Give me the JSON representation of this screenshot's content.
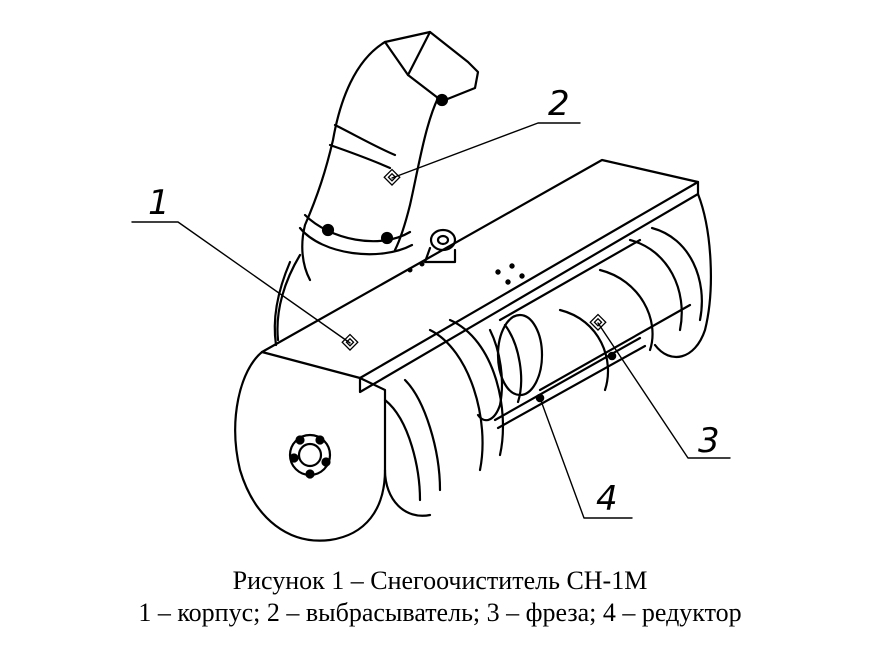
{
  "figure": {
    "callouts": {
      "c1": "1",
      "c2": "2",
      "c3": "3",
      "c4": "4"
    }
  },
  "caption": {
    "title": "Рисунок 1 – Снегоочиститель СН-1М",
    "legend": "1 – корпус; 2 – выбрасыватель; 3 – фреза; 4 – редуктор"
  }
}
